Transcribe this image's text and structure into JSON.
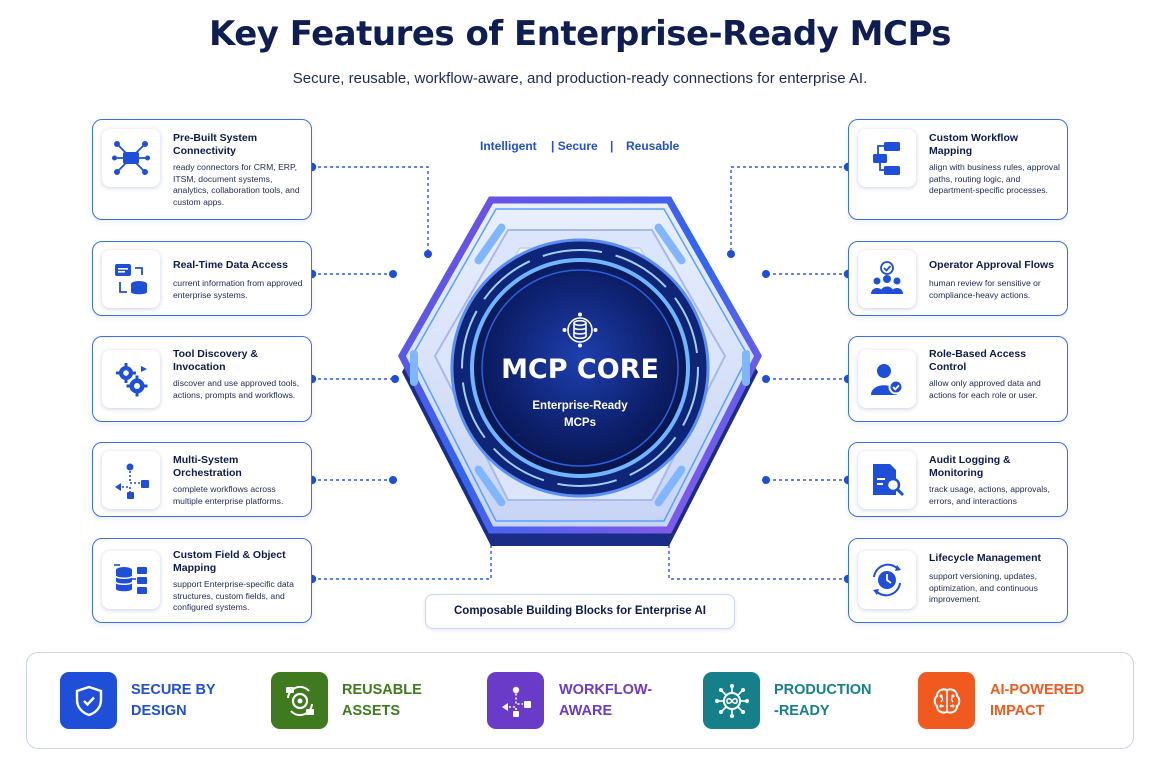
{
  "header": {
    "title": "Key Features of Enterprise-Ready MCPs",
    "subtitle": "Secure, reusable, workflow-aware, and production-ready connections for enterprise AI."
  },
  "taglines": [
    "Intelligent",
    "| Secure",
    "|",
    "Reusable"
  ],
  "core": {
    "title": "MCP CORE",
    "subtitle_line1": "Enterprise-Ready",
    "subtitle_line2": "MCPs",
    "icon": "database-network-icon"
  },
  "composable_label": "Composable Building Blocks for Enterprise AI",
  "left_features": [
    {
      "title": "Pre-Built System Connectivity",
      "desc": "ready connectors for CRM, ERP, ITSM, document systems, analytics, collaboration tools, and custom apps.",
      "icon": "network-hub-icon"
    },
    {
      "title": "Real-Time Data Access",
      "desc": "current information from approved enterprise systems.",
      "icon": "data-sync-icon"
    },
    {
      "title": "Tool Discovery & Invocation",
      "desc": "discover and use approved tools, actions, prompts and workflows.",
      "icon": "gears-icon"
    },
    {
      "title": "Multi-System Orchestration",
      "desc": "complete workflows across multiple enterprise platforms.",
      "icon": "orchestration-icon"
    },
    {
      "title": "Custom Field & Object Mapping",
      "desc": "support Enterprise-specific data structures, custom fields, and configured systems.",
      "icon": "field-mapping-icon"
    }
  ],
  "right_features": [
    {
      "title": "Custom Workflow Mapping",
      "desc": "align with business rules, approval paths, routing logic, and department-specific processes.",
      "icon": "workflow-icon"
    },
    {
      "title": "Operator Approval Flows",
      "desc": "human review for sensitive or compliance-heavy actions.",
      "icon": "approval-team-icon"
    },
    {
      "title": "Role-Based Access Control",
      "desc": "allow only approved data and actions for each role or user.",
      "icon": "user-check-icon"
    },
    {
      "title": "Audit Logging & Monitoring",
      "desc": "track usage, actions, approvals, errors, and interactions",
      "icon": "audit-search-icon"
    },
    {
      "title": "Lifecycle Management",
      "desc": "support versioning, updates, optimization, and continuous improvement.",
      "icon": "lifecycle-clock-icon"
    }
  ],
  "pillars": [
    {
      "label": "SECURE BY\nDESIGN",
      "color": "#1f4fd8",
      "icon": "shield-check-icon"
    },
    {
      "label": "REUSABLE\nASSETS",
      "color": "#3f7a1e",
      "icon": "reuse-gear-icon"
    },
    {
      "label": "WORKFLOW-\nAWARE",
      "color": "#6a3bc9",
      "icon": "workflow-flow-icon"
    },
    {
      "label": "PRODUCTION\n-READY",
      "color": "#15808a",
      "icon": "infinity-network-icon"
    },
    {
      "label": "AI-POWERED\nIMPACT",
      "color": "#f05a1e",
      "icon": "ai-brain-icon"
    }
  ],
  "colors": {
    "accent": "#1f4fd8",
    "navy": "#0e1d52",
    "connector": "#2c5be3"
  }
}
